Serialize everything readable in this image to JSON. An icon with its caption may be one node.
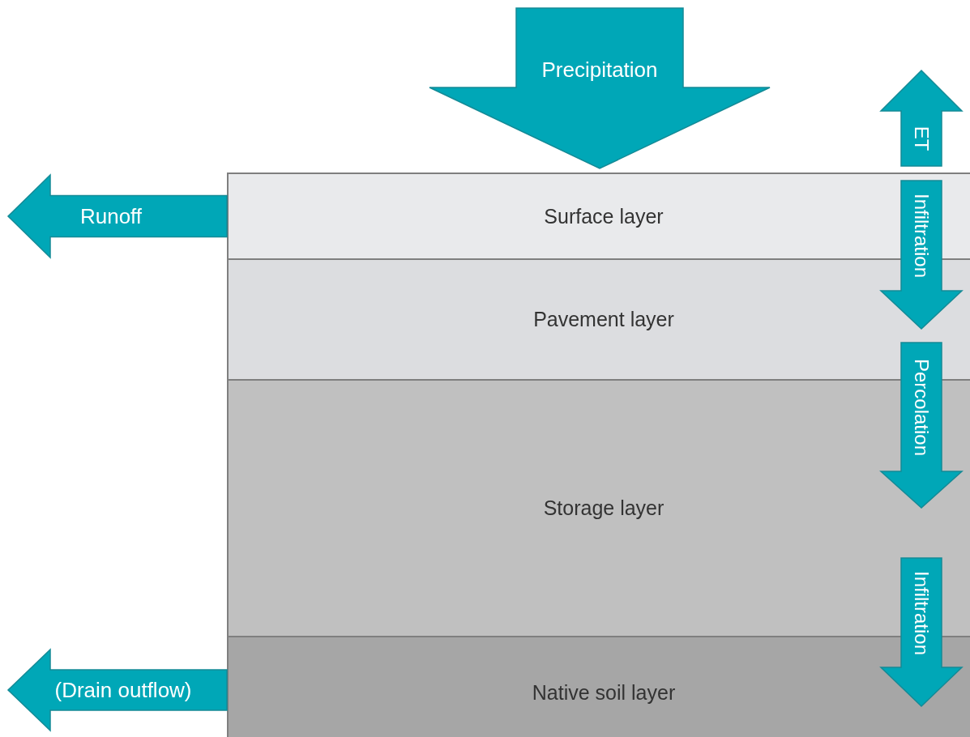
{
  "diagram": {
    "nodes": [
      {
        "text": [
          "Surface layer"
        ]
      },
      {
        "text": [
          "Pavement layer"
        ]
      },
      {
        "text": [
          "Storage layer"
        ]
      },
      {
        "text": [
          "Native soil layer"
        ]
      }
    ],
    "edges": [
      {
        "from": null,
        "to": 0,
        "arrow": "to",
        "label": "Precipitation"
      },
      {
        "from": 0,
        "to": null,
        "arrow": "to",
        "label": "ET"
      },
      {
        "from": 0,
        "to": null,
        "arrow": "to",
        "label": "Runoff"
      },
      {
        "from": 0,
        "to": 1,
        "arrow": "to",
        "label": "Infiltration"
      },
      {
        "from": 1,
        "to": 2,
        "arrow": "to",
        "label": "Percolation"
      },
      {
        "from": 2,
        "to": 3,
        "arrow": "to",
        "label": "Infiltration"
      },
      {
        "from": 3,
        "to": null,
        "arrow": "to",
        "label": "(Drain outflow)"
      }
    ]
  }
}
